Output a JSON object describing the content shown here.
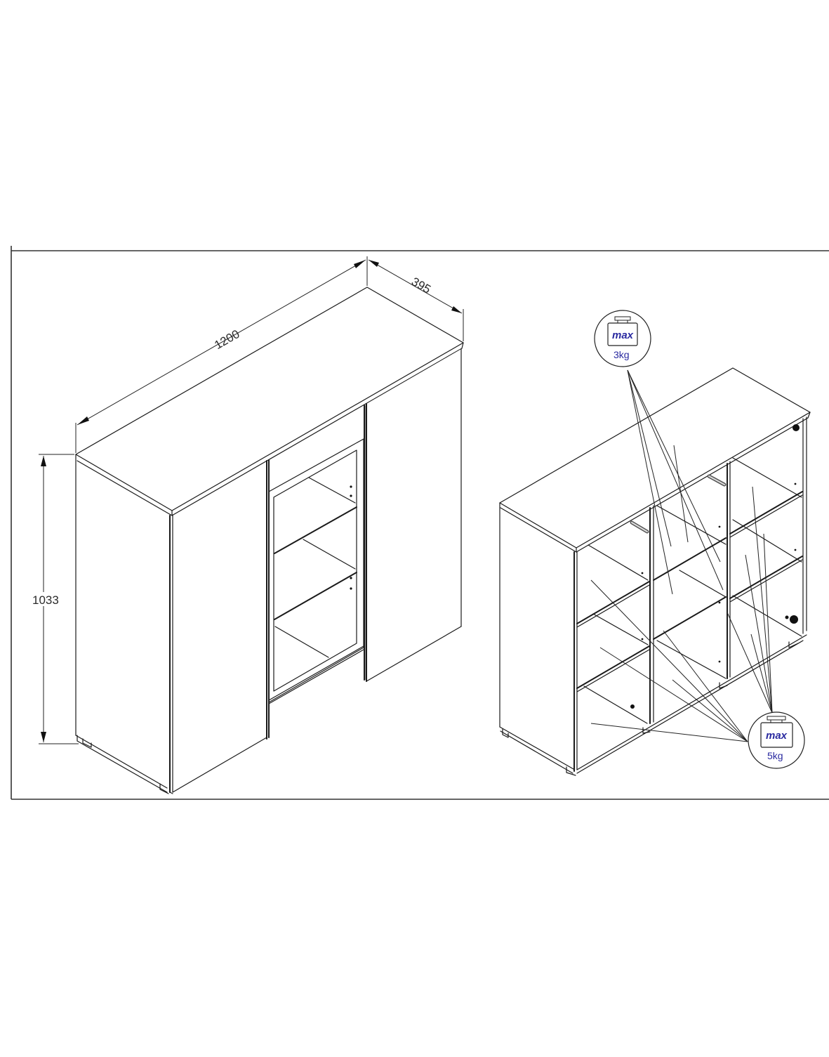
{
  "drawing": {
    "type": "furniture-assembly-drawing",
    "subject": "sideboard cabinet with glass door",
    "views": [
      {
        "id": "closed-view",
        "description": "isometric view, closed cabinet with two solid doors and one glass display door"
      },
      {
        "id": "open-view",
        "description": "isometric view without doors showing shelves and load limits"
      }
    ]
  },
  "dimensions": {
    "width": {
      "label": "1200",
      "unit": "mm"
    },
    "depth": {
      "label": "395",
      "unit": "mm"
    },
    "height": {
      "label": "1033",
      "unit": "mm"
    }
  },
  "load_limits": [
    {
      "id": "upper",
      "max_label": "max",
      "weight_label": "3kg"
    },
    {
      "id": "lower",
      "max_label": "max",
      "weight_label": "5kg"
    }
  ],
  "colors": {
    "line": "#1a1a1a",
    "frame": "#333333",
    "load_text": "#2a2aa0",
    "background": "#ffffff"
  }
}
